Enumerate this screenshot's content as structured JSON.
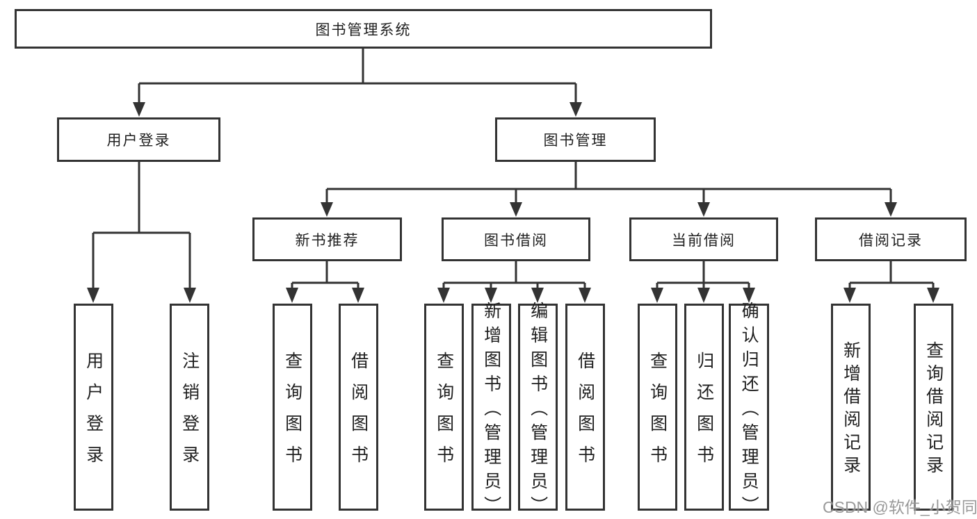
{
  "colors": {
    "line": "#333333",
    "box_border": "#333333",
    "text": "#1f1f1f",
    "watermark": "#878787"
  },
  "tree": {
    "root_label": "图书管理系统",
    "branches": [
      {
        "label": "用户登录",
        "leaves": [
          "用户登录",
          "注销登录"
        ]
      },
      {
        "label": "图书管理",
        "children": [
          {
            "label": "新书推荐",
            "leaves": [
              "查询图书",
              "借阅图书"
            ]
          },
          {
            "label": "图书借阅",
            "leaves": [
              "查询图书",
              "新增图书（管理员）",
              "编辑图书（管理员）",
              "借阅图书"
            ]
          },
          {
            "label": "当前借阅",
            "leaves": [
              "查询图书",
              "归还图书",
              "确认归还（管理员）"
            ]
          },
          {
            "label": "借阅记录",
            "leaves": [
              "新增借阅记录",
              "查询借阅记录"
            ]
          }
        ]
      }
    ]
  },
  "watermark": "CSDN @软件_小贺同学"
}
